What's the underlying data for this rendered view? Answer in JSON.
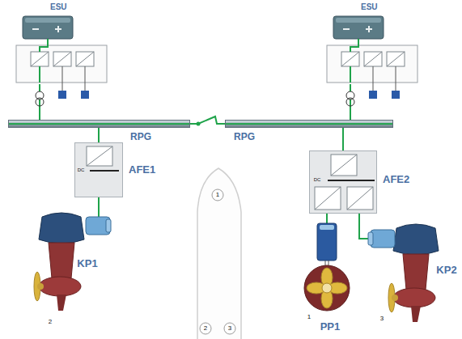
{
  "diagram": {
    "nodes": [
      {
        "text": [
          "ESU"
        ]
      },
      {
        "text": [
          "ESU"
        ]
      },
      {
        "text": [
          "RPG"
        ]
      },
      {
        "text": [
          "RPG"
        ]
      },
      {
        "text": [
          "AFE1"
        ]
      },
      {
        "text": [
          "AFE2"
        ]
      }
    ],
    "edges": [
      {
        "from": 0,
        "to": 2,
        "arrow": "none"
      },
      {
        "from": 1,
        "to": 3,
        "arrow": "none"
      },
      {
        "from": 2,
        "to": 3,
        "arrow": "none"
      },
      {
        "from": 2,
        "to": 4,
        "arrow": "none"
      },
      {
        "from": 3,
        "to": 5,
        "arrow": "none"
      }
    ],
    "labels": [
      "DC",
      "DC",
      "1",
      "KP1",
      "KP2",
      "2",
      "1",
      "3",
      "PP1",
      "2",
      "3"
    ]
  }
}
